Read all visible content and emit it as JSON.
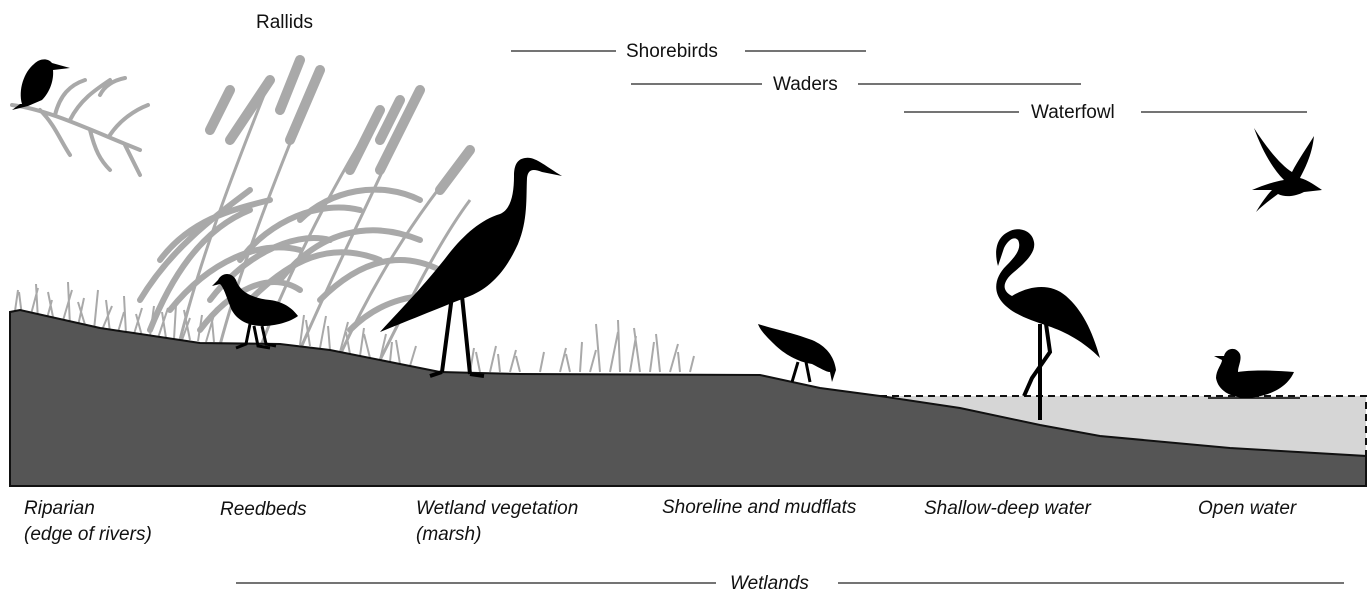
{
  "groups": {
    "rallids": "Rallids",
    "shorebirds": "Shorebirds",
    "waders": "Waders",
    "waterfowl": "Waterfowl",
    "wetlands": "Wetlands"
  },
  "habitats": {
    "riparian_line1": "Riparian",
    "riparian_line2": "(edge of rivers)",
    "reedbeds": "Reedbeds",
    "marsh_line1": "Wetland vegetation",
    "marsh_line2": "(marsh)",
    "shoreline": "Shoreline and mudflats",
    "shallow": "Shallow-deep water",
    "open": "Open water"
  },
  "colors": {
    "ground": "#555555",
    "water": "#d6d6d6",
    "vegetation": "#a9a9a9",
    "bird": "#000000"
  },
  "icons": [
    "kingfisher-icon",
    "rail-icon",
    "crane-icon",
    "sandpiper-icon",
    "flamingo-icon",
    "duck-icon",
    "swallow-icon"
  ]
}
